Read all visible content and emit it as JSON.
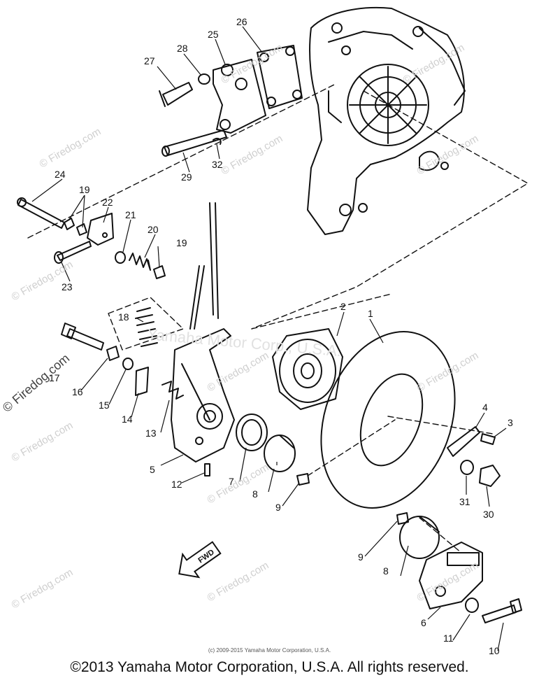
{
  "diagram": {
    "callouts": [
      "1",
      "2",
      "3",
      "4",
      "5",
      "6",
      "7",
      "8",
      "8",
      "9",
      "9",
      "10",
      "11",
      "12",
      "13",
      "14",
      "15",
      "16",
      "17",
      "18",
      "19",
      "19",
      "20",
      "21",
      "22",
      "23",
      "24",
      "25",
      "26",
      "27",
      "28",
      "29",
      "30",
      "31",
      "32"
    ],
    "fwd_label": "FWD",
    "watermarks": [
      "© Firedog.com",
      "© Firedog.com",
      "© Firedog.com",
      "© Firedog.com",
      "© Firedog.com",
      "© Firedog.com",
      "© Firedog.com",
      "© Firedog.com",
      "© Firedog.com",
      "© Firedog.com",
      "© Firedog.com",
      "© Firedog.com",
      "© Firedog.com"
    ],
    "watermark_center": "Yamaha Motor Corp., U.S.A."
  },
  "footer": {
    "small_copyright": "(c) 2009-2015 Yamaha Motor Corporation, U.S.A.",
    "copyright": "©2013 Yamaha Motor Corporation, U.S.A. All rights reserved."
  },
  "colors": {
    "line": "#111111",
    "watermark": "#cfcfcf",
    "background": "#ffffff"
  }
}
